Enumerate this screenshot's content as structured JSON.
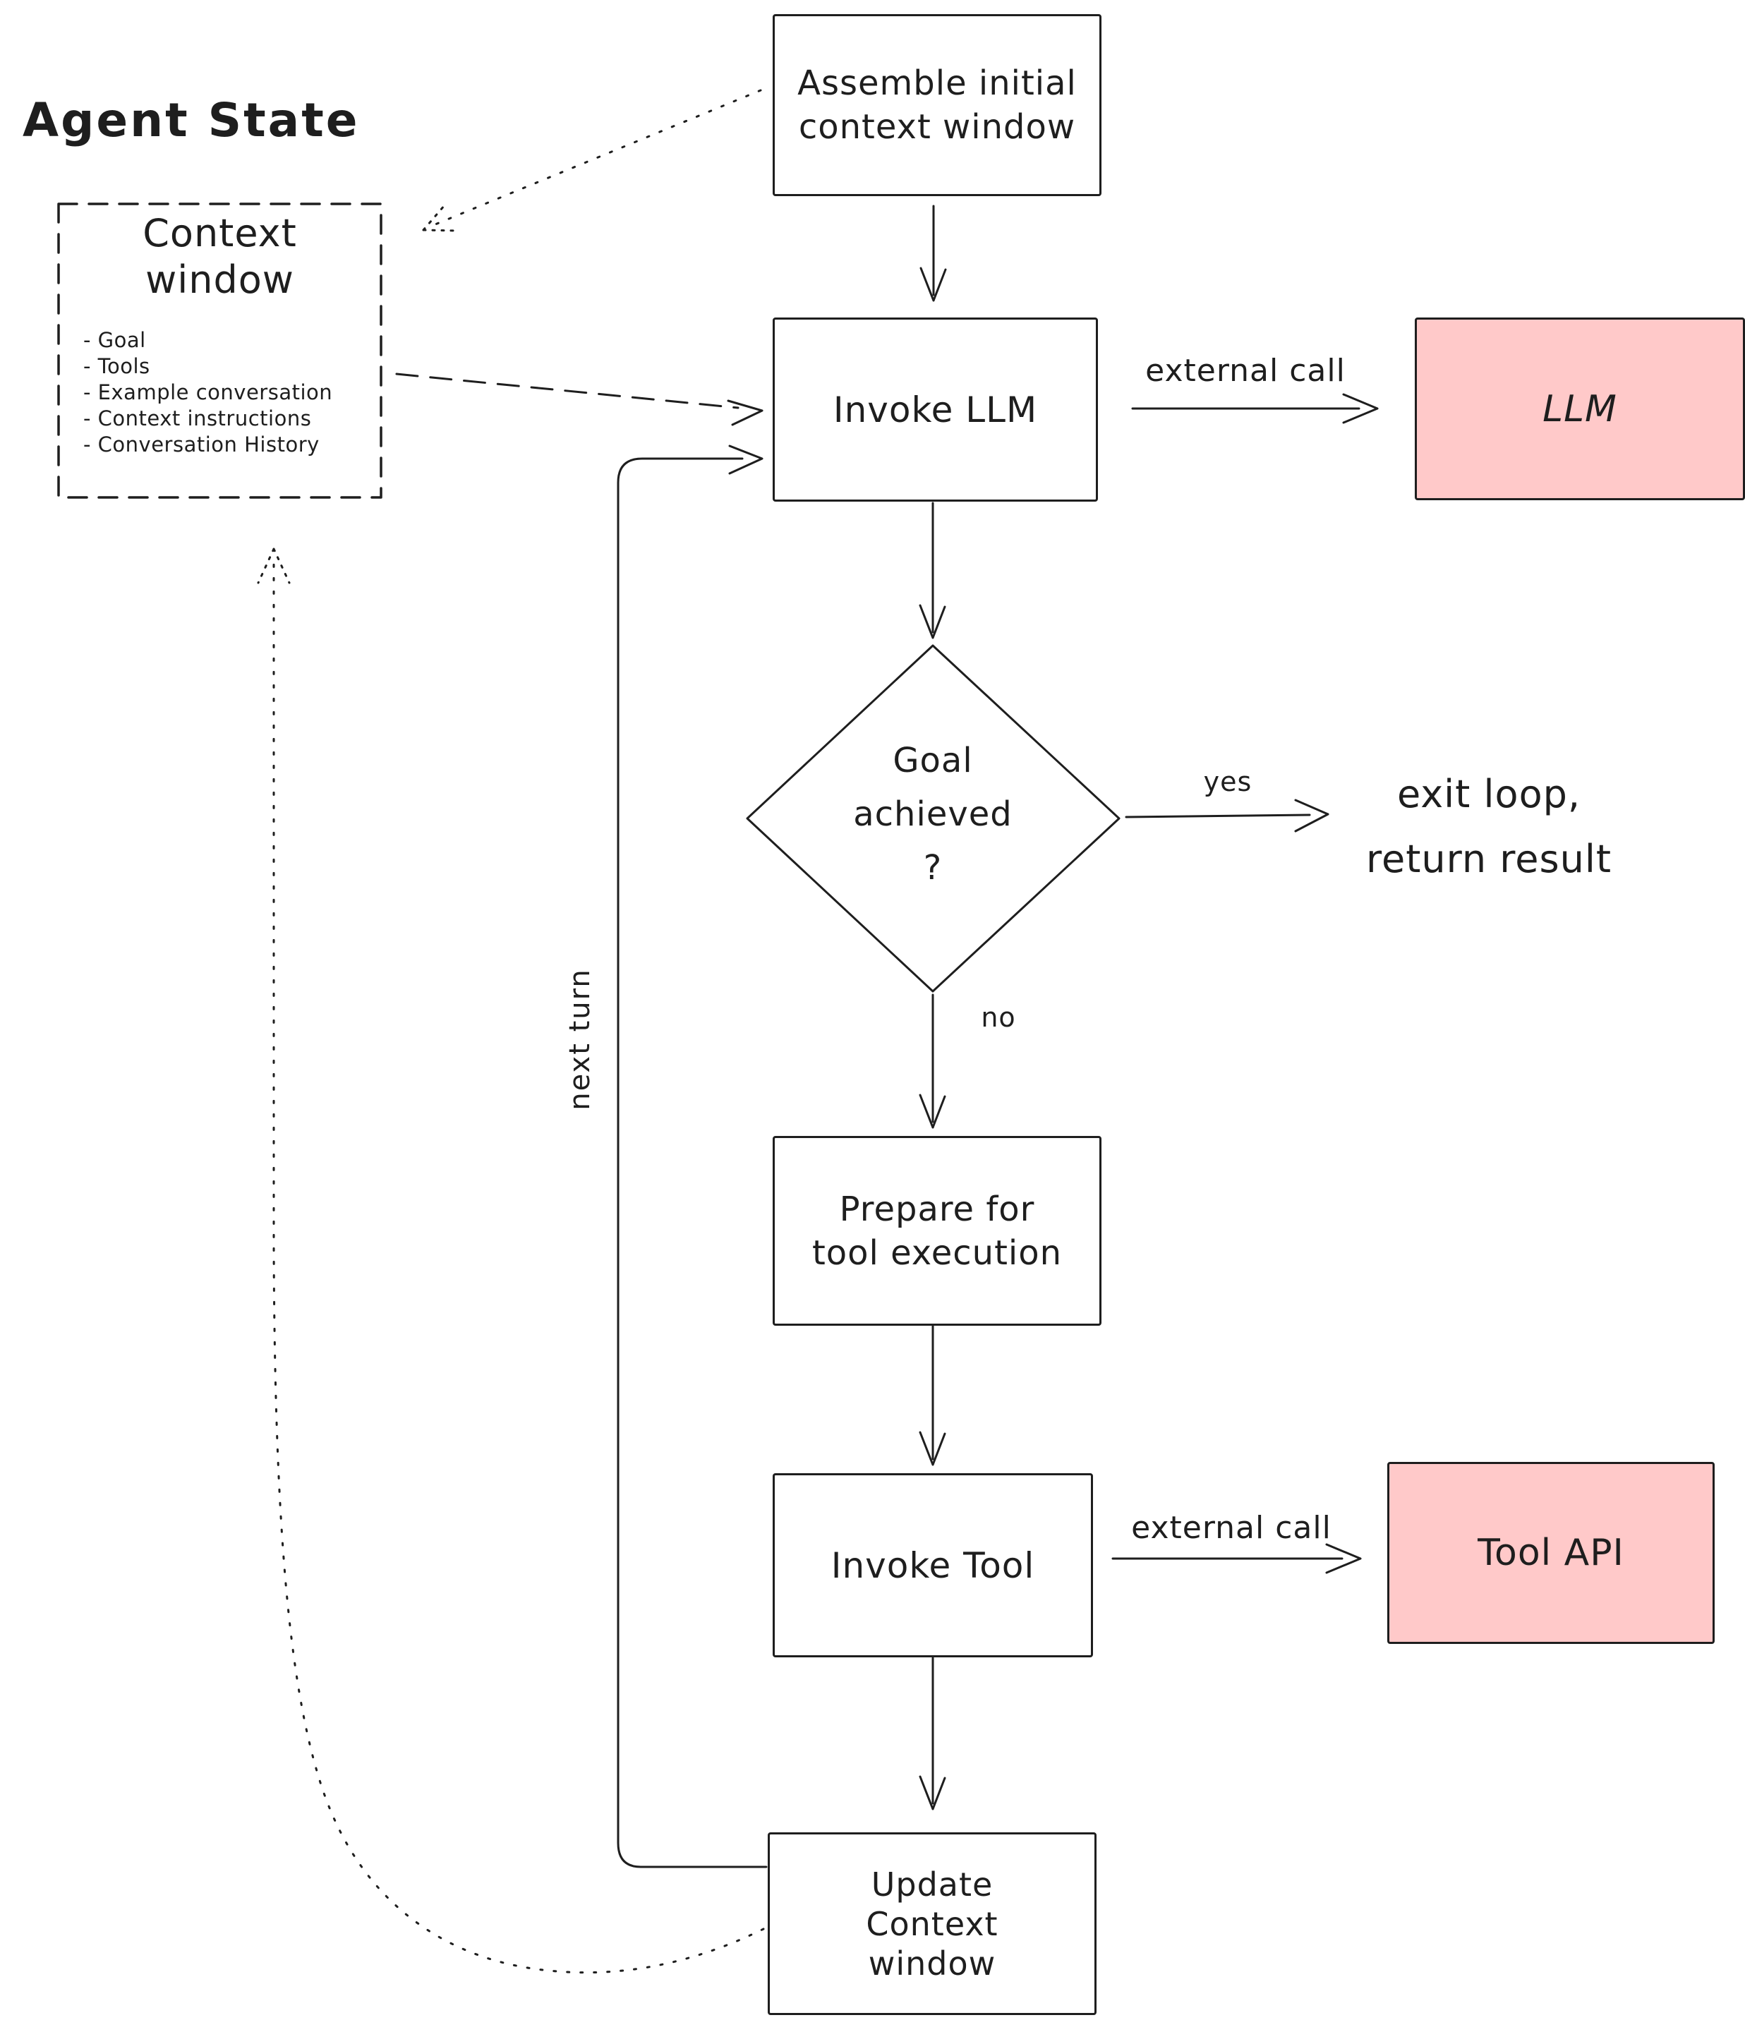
{
  "title": "Agent State",
  "colors": {
    "ink": "#1e1e1e",
    "external_fill": "#ffc9c9",
    "background": "#ffffff"
  },
  "context_window": {
    "title_line1": "Context",
    "title_line2": "window",
    "items": [
      "- Goal",
      "- Tools",
      "- Example conversation",
      "- Context instructions",
      "- Conversation History"
    ]
  },
  "nodes": {
    "assemble": {
      "line1": "Assemble initial",
      "line2": "context window"
    },
    "invoke_llm": {
      "label": "Invoke LLM"
    },
    "llm": {
      "label": "LLM"
    },
    "goal_achieved": {
      "line1": "Goal",
      "line2": "achieved",
      "line3": "?"
    },
    "prepare": {
      "line1": "Prepare for",
      "line2": "tool execution"
    },
    "invoke_tool": {
      "label": "Invoke Tool"
    },
    "tool_api": {
      "label": "Tool API"
    },
    "update": {
      "line1": "Update",
      "line2": "Context",
      "line3": "window"
    }
  },
  "edge_labels": {
    "external_call_llm": "external call",
    "external_call_tool": "external call",
    "yes": "yes",
    "no": "no",
    "exit_line1": "exit loop,",
    "exit_line2": "return result",
    "next_turn": "next turn"
  }
}
